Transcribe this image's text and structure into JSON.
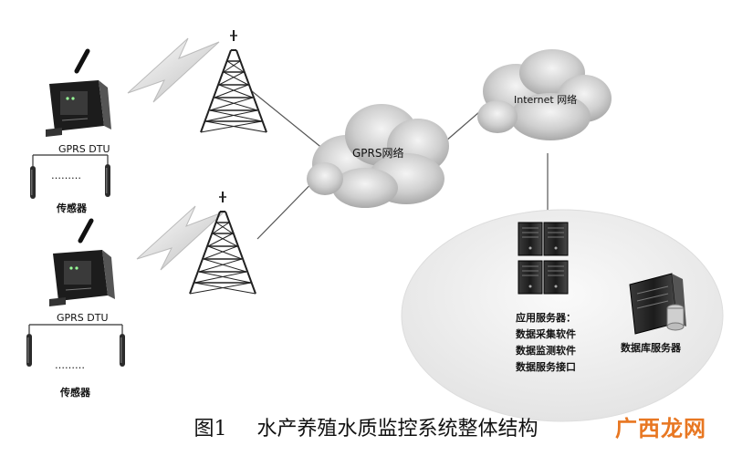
{
  "diagram": {
    "cloud_gprs": "GPRS网络",
    "cloud_internet": "Internet 网络",
    "dtu_label_1": "GPRS  DTU",
    "dtu_label_2": "GPRS  DTU",
    "dots_1": "………",
    "dots_2": "………",
    "sensor_label_1": "传感器",
    "sensor_label_2": "传感器",
    "app_server_lines": [
      "应用服务器：",
      "数据采集软件",
      "数据监测软件",
      "数据服务接口"
    ],
    "db_server": "数据库服务器"
  },
  "caption": {
    "figure_number": "图1",
    "title": "水产养殖水质监控系统整体结构"
  },
  "watermark": "广西龙网",
  "colors": {
    "line": "#555555",
    "cloud": "#cfcfcf",
    "ellipse": "#ececec",
    "watermark": "#e87722"
  }
}
